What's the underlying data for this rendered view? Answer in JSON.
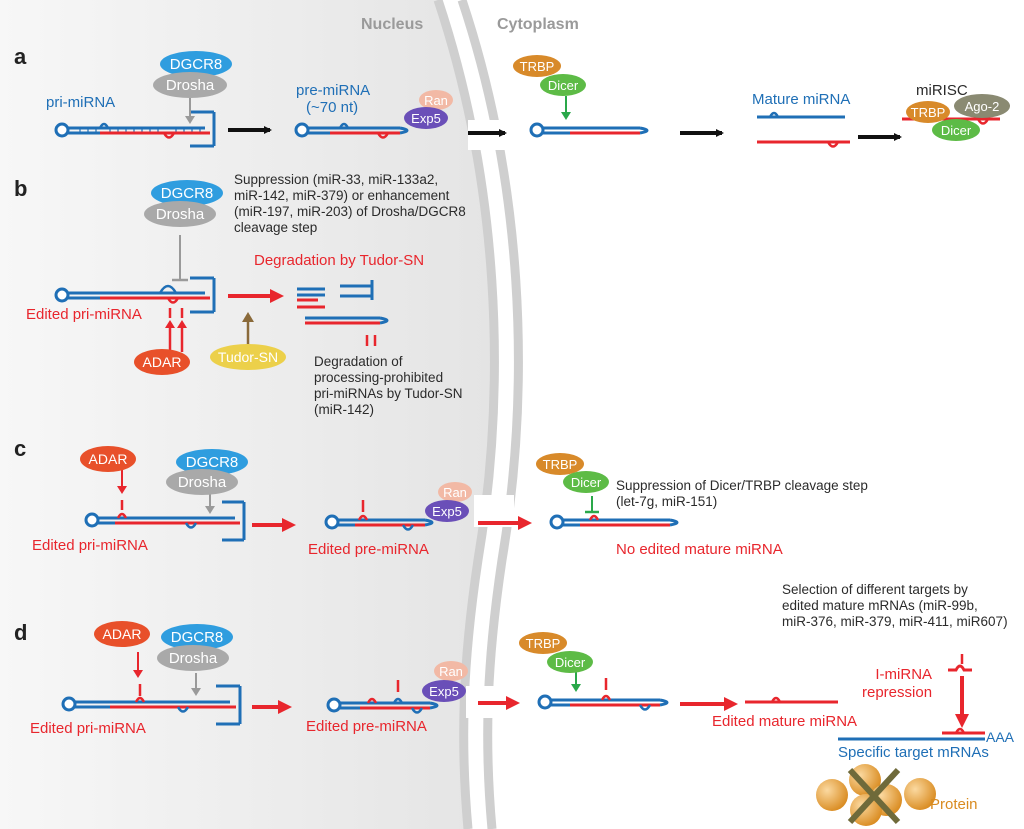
{
  "headers": {
    "nucleus": "Nucleus",
    "cytoplasm": "Cytoplasm"
  },
  "panel_labels": {
    "a": "a",
    "b": "b",
    "c": "c",
    "d": "d"
  },
  "proteins": {
    "dgcr8": "DGCR8",
    "drosha": "Drosha",
    "ran": "Ran",
    "exp5": "Exp5",
    "trbp": "TRBP",
    "dicer": "Dicer",
    "ago2": "Ago-2",
    "adar": "ADAR",
    "tudor_sn": "Tudor-SN"
  },
  "panel_a": {
    "pri_mirna": "pri-miRNA",
    "pre_mirna": "pre-miRNA",
    "pre_mirna_size": "(~70 nt)",
    "mature_mirna": "Mature miRNA",
    "mirisc": "miRISC"
  },
  "panel_b": {
    "edited_pri": "Edited pri-miRNA",
    "note_lines": [
      "Suppression (miR-33, miR-133a2,",
      "miR-142, miR-379) or enhancement",
      "(miR-197, miR-203) of Drosha/DGCR8",
      "cleavage step"
    ],
    "degradation_title": "Degradation by Tudor-SN",
    "degradation_lines": [
      "Degradation of",
      "processing-prohibited",
      "pri-miRNAs by Tudor-SN",
      "(miR-142)"
    ]
  },
  "panel_c": {
    "edited_pri": "Edited pri-miRNA",
    "edited_pre": "Edited pre-miRNA",
    "suppression_lines": [
      "Suppression of Dicer/TRBP cleavage step",
      "(let-7g, miR-151)"
    ],
    "no_edited": "No edited mature miRNA"
  },
  "panel_d": {
    "edited_pri": "Edited pri-miRNA",
    "edited_pre": "Edited pre-miRNA",
    "edited_mature": "Edited mature miRNA",
    "selection_lines": [
      "Selection of different targets by",
      "edited mature mRNAs (miR-99b,",
      "miR-376, miR-379, miR-411, miR607)"
    ],
    "i_mirna_lines": [
      "I-miRNA",
      "repression"
    ],
    "aaa": "AAA",
    "specific_targets": "Specific target mRNAs",
    "protein": "Protein"
  },
  "colors": {
    "rna_blue": "#1f6fb6",
    "edit_red": "#e8262d",
    "nucleus_bg": "#ececec",
    "dgcr8": "#2f9ddf",
    "drosha": "#a9a9a9",
    "ran": "#f2b9a5",
    "exp5": "#6a4fb8",
    "trbp": "#d88a2a",
    "dicer": "#5dbb46",
    "ago2": "#8a8a72",
    "adar": "#e8502a",
    "tudor_sn": "#ecd04a",
    "protein": "#e8a43c"
  }
}
